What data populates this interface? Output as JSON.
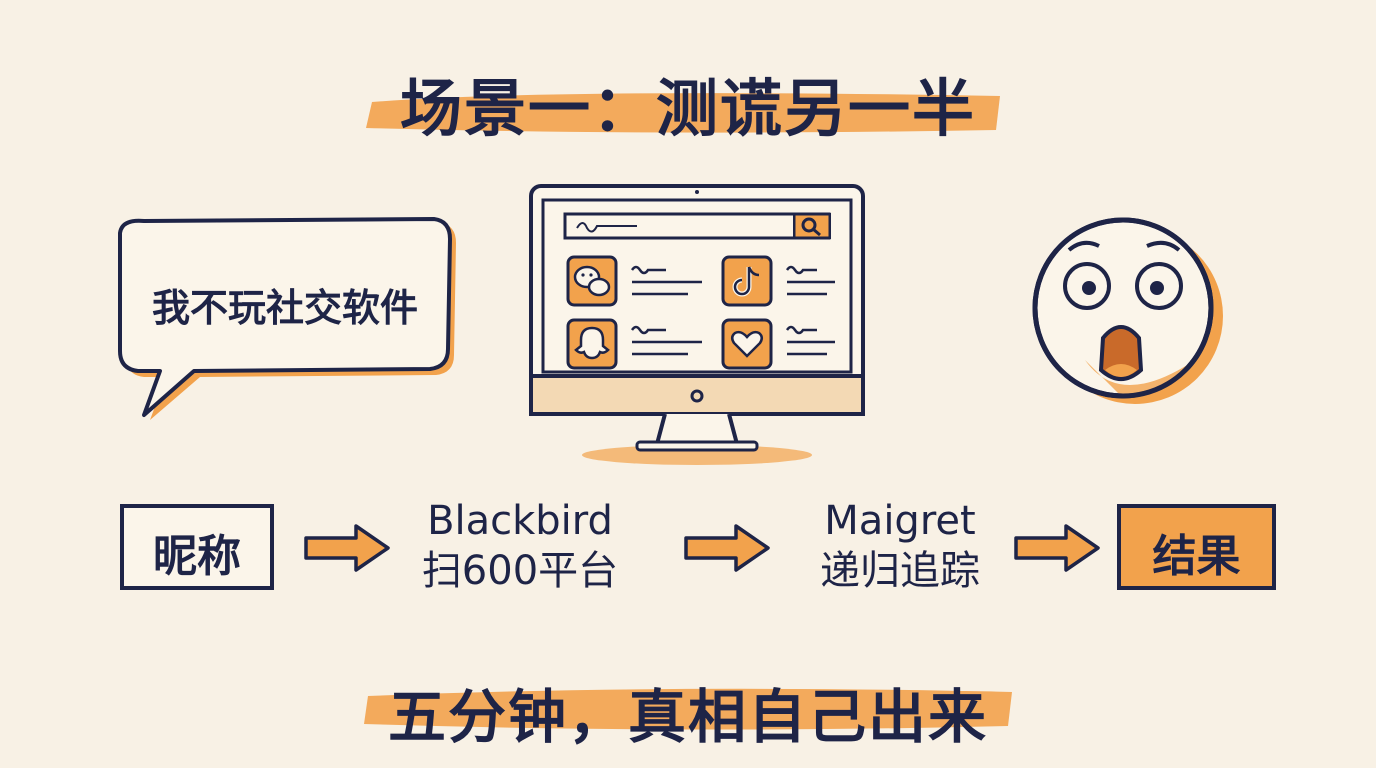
{
  "title": "场景一：测谎另一半",
  "speech_bubble": {
    "text": "我不玩社交软件"
  },
  "flow": {
    "start": "昵称",
    "step1": {
      "line1": "Blackbird",
      "line2": "扫600平台"
    },
    "step2": {
      "line1": "Maigret",
      "line2": "递归追踪"
    },
    "result": "结果"
  },
  "subtitle": "五分钟，真相自己出来",
  "colors": {
    "accent": "#f2a24c",
    "ink": "#1e2447",
    "background": "#f8f1e5"
  },
  "icons": [
    "speech-bubble",
    "monitor",
    "search-icon",
    "wechat-icon",
    "tiktok-icon",
    "snapchat-icon",
    "heart-icon",
    "shocked-face",
    "arrow-right"
  ]
}
